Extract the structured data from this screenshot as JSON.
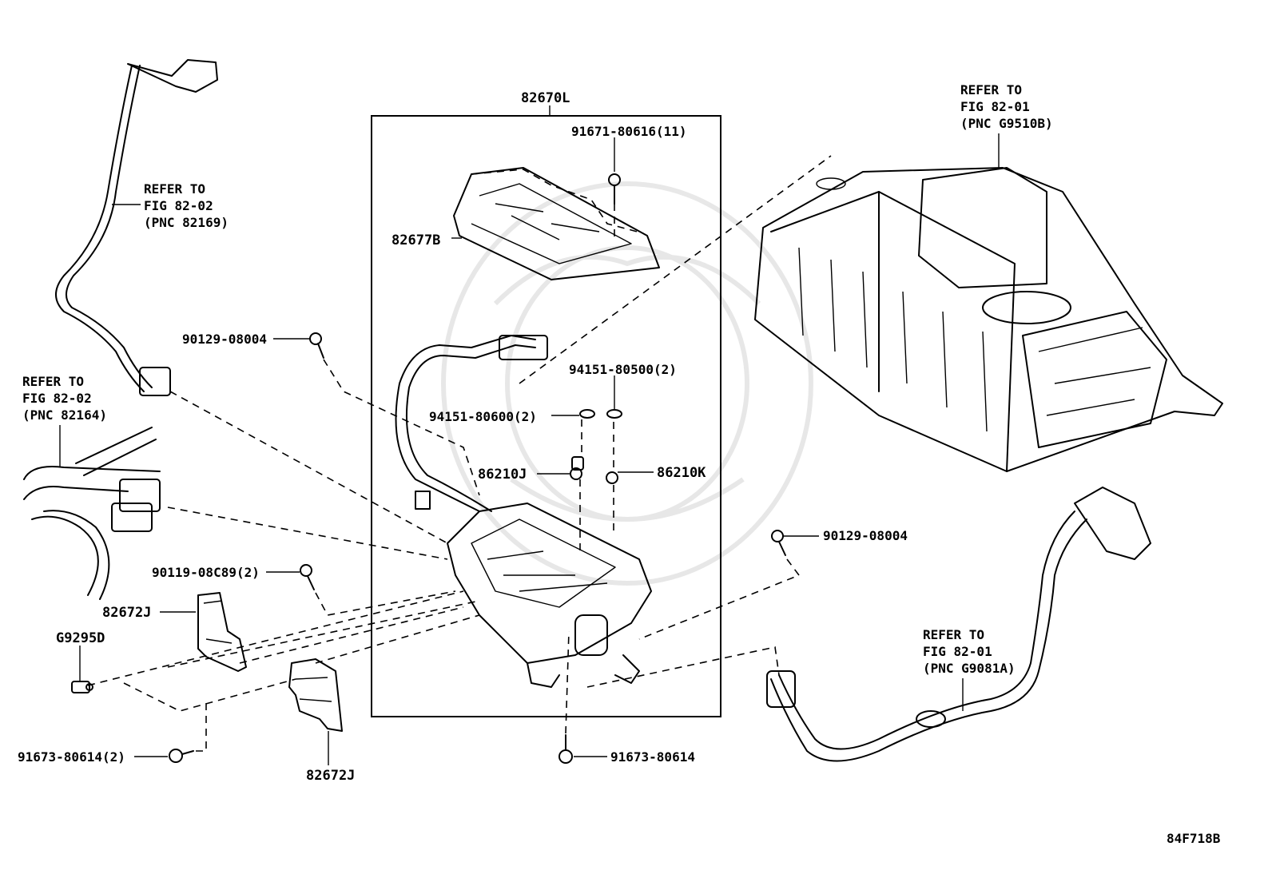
{
  "diagram": {
    "code": "84F718B",
    "assembly_label": "82670L",
    "labels": {
      "bolt_top": "91671-80616(11)",
      "cover": "82677B",
      "bolt_left": "90129-08004",
      "nut_right": "94151-80500(2)",
      "nut_left": "94151-80600(2)",
      "term_j": "86210J",
      "term_k": "86210K",
      "bolt_right": "90129-08004",
      "bolt_mid_left": "90119-08C89(2)",
      "bracket_upper": "82672J",
      "clip": "G9295D",
      "bolt_bottom_left": "91673-80614(2)",
      "bracket_lower": "82672J",
      "bolt_bottom": "91673-80614"
    },
    "refs": {
      "ref_82169": {
        "line1": "REFER TO",
        "line2": "FIG 82-02",
        "line3": "(PNC 82169)"
      },
      "ref_82164": {
        "line1": "REFER TO",
        "line2": "FIG 82-02",
        "line3": "(PNC 82164)"
      },
      "ref_g9510b": {
        "line1": "REFER TO",
        "line2": "FIG 82-01",
        "line3": "(PNC G9510B)"
      },
      "ref_g9081a": {
        "line1": "REFER TO",
        "line2": "FIG 82-01",
        "line3": "(PNC G9081A)"
      }
    }
  }
}
